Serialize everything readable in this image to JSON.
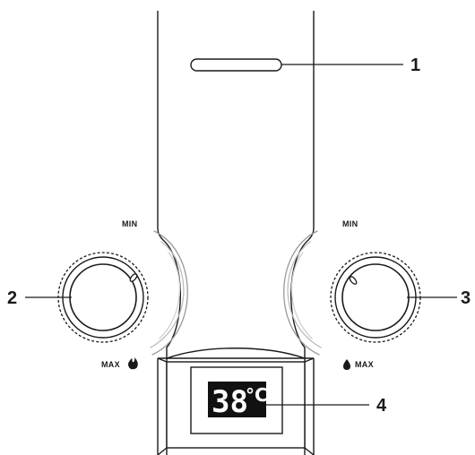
{
  "callouts": [
    {
      "label": "1",
      "part": "indicator-slot"
    },
    {
      "label": "2",
      "part": "flame-knob"
    },
    {
      "label": "3",
      "part": "water-knob"
    },
    {
      "label": "4",
      "part": "temperature-display"
    }
  ],
  "left_dial": {
    "min_label": "MIN",
    "max_label": "MAX",
    "icon": "flame-icon"
  },
  "right_dial": {
    "min_label": "MIN",
    "max_label": "MAX",
    "icon": "water-drop-icon"
  },
  "display": {
    "temperature": "38",
    "unit": "°C"
  },
  "colors": {
    "stroke": "#1a1a1a",
    "scale": "#9a9a9a",
    "lcd": "#111111"
  }
}
